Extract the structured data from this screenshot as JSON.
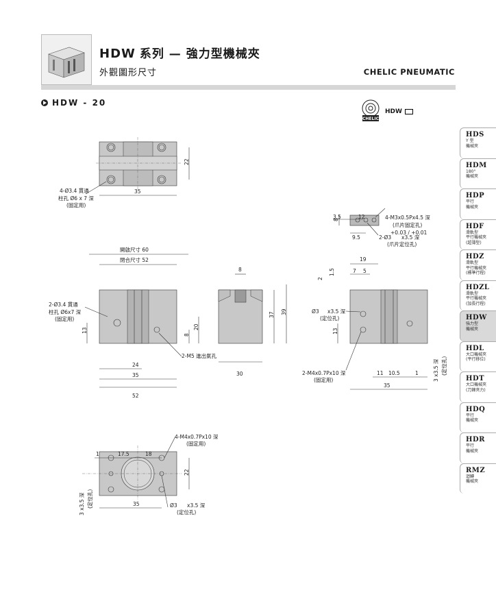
{
  "header": {
    "model": "HDW",
    "title": "系列 — 強力型機械夾",
    "subtitle": "外觀圖形尺寸",
    "brand": "CHELIC PNEUMATIC"
  },
  "section": {
    "label": "HDW - 20"
  },
  "logo": {
    "text": "CHELIC",
    "model_label": "HDW"
  },
  "view_top": {
    "dims": {
      "w": "35",
      "h": "22"
    },
    "note": "4-Ø3.4 貫通",
    "note2": "柱孔 Ø6 x 7 深",
    "note3": "(固定用)"
  },
  "view_front": {
    "open": "開啟尺寸 60",
    "closed": "閉合尺寸 52",
    "note": "2-Ø3.4 貫通",
    "note2": "柱孔 Ø6x7 深",
    "note3": "(固定用)",
    "d24": "24",
    "d35": "35",
    "d52": "52",
    "d13": "13",
    "d8": "8",
    "d20": "20",
    "port": "2-M5 進出氣孔"
  },
  "view_side": {
    "d8": "8",
    "d30": "30",
    "d37": "37",
    "d39": "39"
  },
  "view_jaw": {
    "d35": "3.5",
    "d12": "12",
    "d8": "8",
    "d95": "9.5",
    "screw": "4-M3x0.5Px4.5 深",
    "screw_note": "(爪片固定孔)",
    "pin": "2-Ø3",
    "pin_tol": "+0.03 / +0.01",
    "pin_depth": "x3.5 深",
    "pin_note": "(爪片定位孔)"
  },
  "view_right": {
    "d19": "19",
    "d7": "7",
    "d5": "5",
    "d2": "2",
    "d15": "1.5",
    "pin": "Ø3",
    "pin_depth": "x3.5 深",
    "pin_note": "(定位孔)",
    "d13": "13",
    "mount": "2-M4x0.7Px10 深",
    "mount_note": "(固定用)",
    "d11": "11",
    "d105": "10.5",
    "d1": "1",
    "d35": "35",
    "vert": "3 x3.5 深",
    "vert_note": "(定位孔)"
  },
  "view_bottom": {
    "d1": "1",
    "d175": "17.5",
    "d18": "18",
    "screw": "4-M4x0.7Px10 深",
    "screw_note": "(固定用)",
    "d22": "22",
    "d35": "35",
    "pin": "Ø3",
    "pin_depth": "x3.5 深",
    "pin_note": "(定位孔)",
    "vert": "3 x3.5 深",
    "vert_note": "(定位孔)"
  },
  "side_tabs": [
    {
      "code": "HDS",
      "desc": "Y 型\n機械夾"
    },
    {
      "code": "HDM",
      "desc": "180°\n機械夾"
    },
    {
      "code": "HDP",
      "desc": "平行\n機械夾"
    },
    {
      "code": "HDF",
      "desc": "滑軌型\n平行機械夾\n(超薄型)"
    },
    {
      "code": "HDZ",
      "desc": "滑軌型\n平行機械夾\n(標準行程)"
    },
    {
      "code": "HDZL",
      "desc": "滑軌型\n平行機械夾\n(加長行程)"
    },
    {
      "code": "HDW",
      "desc": "強力型\n機械夾",
      "active": true
    },
    {
      "code": "HDL",
      "desc": "大口機械夾\n(平行移位)"
    },
    {
      "code": "HDT",
      "desc": "大口機械夾\n(刀鋒夾力)"
    },
    {
      "code": "HDQ",
      "desc": "平行\n機械夾"
    },
    {
      "code": "HDR",
      "desc": "平行\n機械夾"
    },
    {
      "code": "RMZ",
      "desc": "迴轉\n機械夾"
    }
  ]
}
